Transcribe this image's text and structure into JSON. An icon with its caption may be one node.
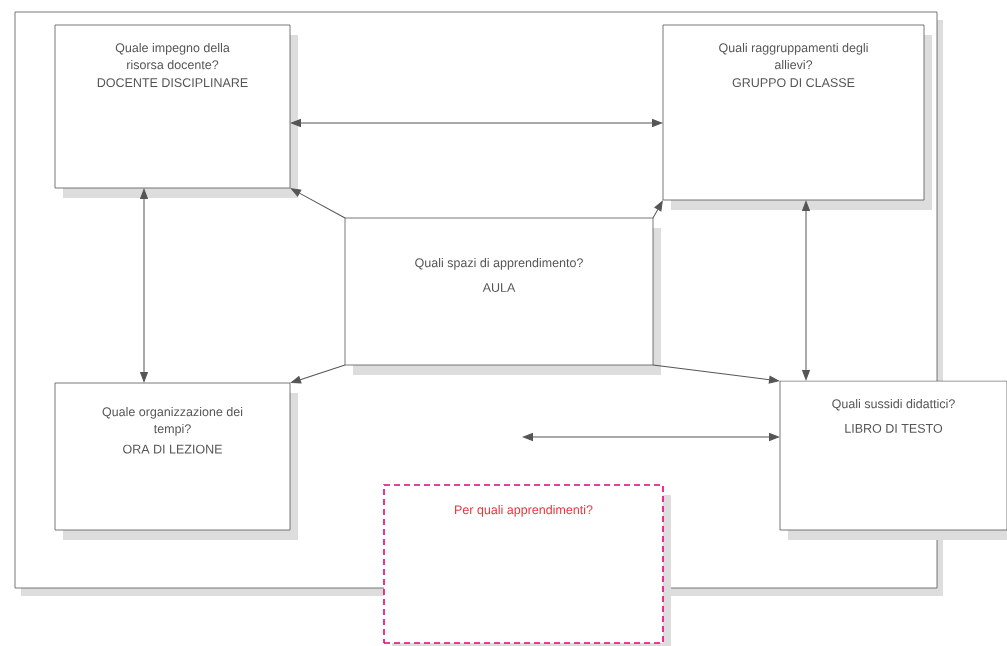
{
  "diagram": {
    "nodes": [
      {
        "text": [
          "Quale impegno della risorsa docente?",
          "DOCENTE DISCIPLINARE"
        ]
      },
      {
        "text": [
          "Quali raggruppamenti degli allievi?",
          "GRUPPO DI CLASSE"
        ]
      },
      {
        "text": [
          "Quali spazi di apprendimento?",
          "AULA"
        ]
      },
      {
        "text": [
          "Quale organizzazione dei tempi?",
          "ORA DI LEZIONE"
        ]
      },
      {
        "text": [
          "Quali sussidi didattici?",
          "LIBRO DI TESTO"
        ]
      },
      {
        "text": [
          "Per quali apprendimenti?"
        ]
      }
    ],
    "edges": [
      {
        "from": 0,
        "to": 1,
        "arrow": "both"
      },
      {
        "from": 0,
        "to": 3,
        "arrow": "both"
      },
      {
        "from": 1,
        "to": 4,
        "arrow": "both"
      },
      {
        "from": 2,
        "to": 0,
        "arrow": "to"
      },
      {
        "from": 2,
        "to": 1,
        "arrow": "to"
      },
      {
        "from": 2,
        "to": 3,
        "arrow": "to"
      },
      {
        "from": 2,
        "to": 4,
        "arrow": "to"
      },
      {
        "from": null,
        "to": 4,
        "arrow": "both"
      }
    ]
  }
}
